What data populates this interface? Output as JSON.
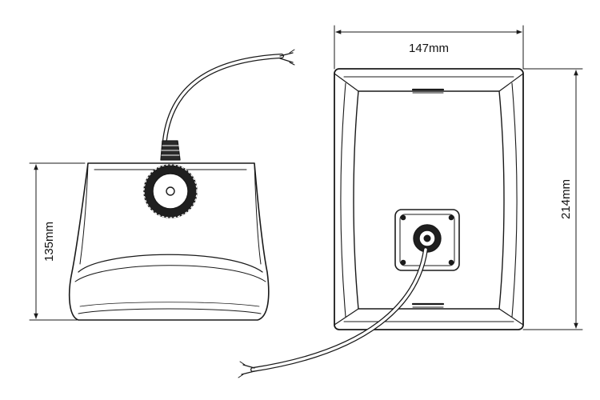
{
  "dimensions": {
    "width_label": "147mm",
    "height_label": "214mm",
    "depth_label": "135mm"
  },
  "colors": {
    "line": "#1a1a1a",
    "fill": "#ffffff"
  }
}
